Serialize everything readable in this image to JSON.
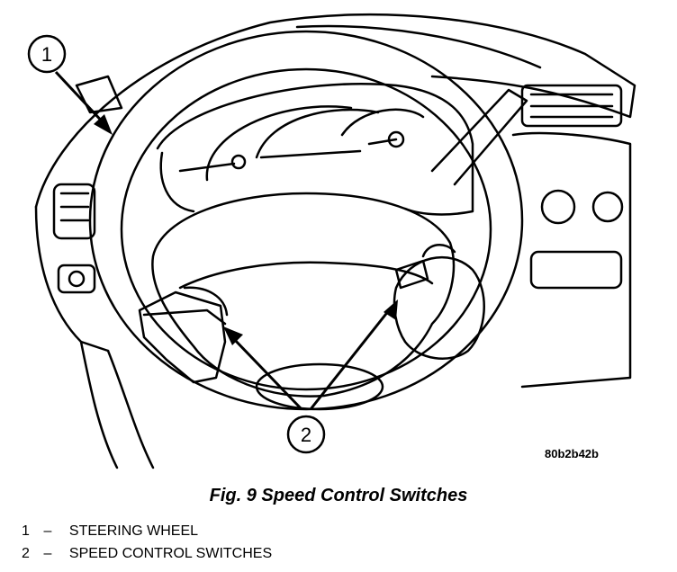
{
  "callouts": [
    {
      "number": "1"
    },
    {
      "number": "2"
    }
  ],
  "reference_code": "80b2b42b",
  "caption": "Fig. 9 Speed Control Switches",
  "legend": [
    {
      "number": "1",
      "dash": "–",
      "label": "STEERING WHEEL"
    },
    {
      "number": "2",
      "dash": "–",
      "label": "SPEED CONTROL SWITCHES"
    }
  ]
}
